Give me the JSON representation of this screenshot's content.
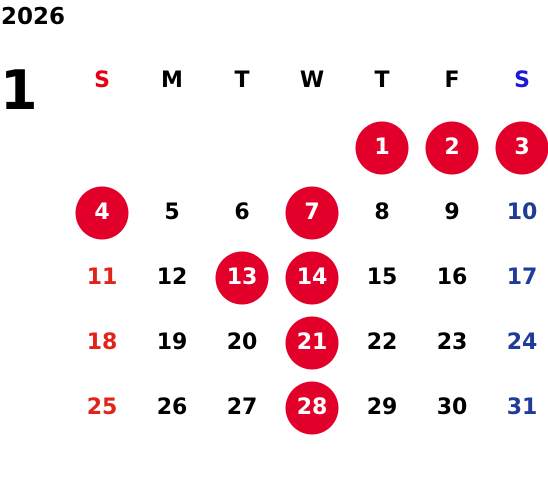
{
  "calendar": {
    "year": "2026",
    "month": "1",
    "weekdays": [
      "S",
      "M",
      "T",
      "W",
      "T",
      "F",
      "S"
    ],
    "colors": {
      "sunday_header": "#e60012",
      "saturday_header": "#1a1ad6",
      "sunday_text": "#e2231a",
      "saturday_text": "#1f3c99",
      "weekday_text": "#000000",
      "holiday_circle": "#e2002a",
      "holiday_text": "#ffffff"
    },
    "weeks": [
      [
        "",
        "",
        "",
        "",
        "1",
        "2",
        "3"
      ],
      [
        "4",
        "5",
        "6",
        "7",
        "8",
        "9",
        "10"
      ],
      [
        "11",
        "12",
        "13",
        "14",
        "15",
        "16",
        "17"
      ],
      [
        "18",
        "19",
        "20",
        "21",
        "22",
        "23",
        "24"
      ],
      [
        "25",
        "26",
        "27",
        "28",
        "29",
        "30",
        "31"
      ]
    ],
    "highlighted_days": [
      "1",
      "2",
      "3",
      "4",
      "7",
      "13",
      "14",
      "21",
      "28"
    ]
  }
}
